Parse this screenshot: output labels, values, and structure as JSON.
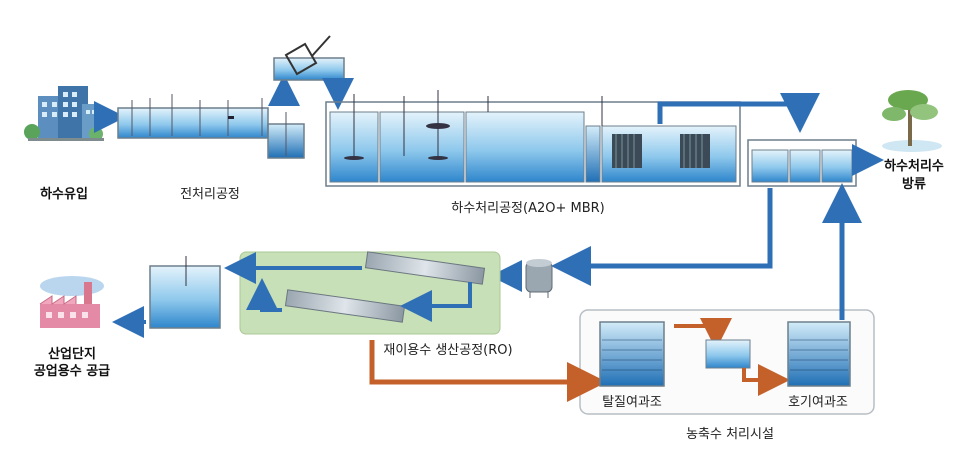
{
  "labels": {
    "inflow": "하수유입",
    "pretreatment": "전처리공정",
    "main_process": "하수처리공정(A2O+ MBR)",
    "discharge_line1": "하수처리수",
    "discharge_line2": "방류",
    "industrial_line1": "산업단지",
    "industrial_line2": "공업용수 공급",
    "ro_process": "재이용수 생산공정(RO)",
    "denitrification_filter": "탈질여과조",
    "aerobic_filter": "호기여과조",
    "concentrate_facility": "농축수 처리시설"
  },
  "colors": {
    "flow_blue": "#2f6fb6",
    "flow_orange": "#c4612a",
    "ro_panel": "#c8e0b8",
    "water_light": "#cfe8f7",
    "water_dark": "#3b8fd0",
    "tank_frame": "#6d7f8c"
  }
}
